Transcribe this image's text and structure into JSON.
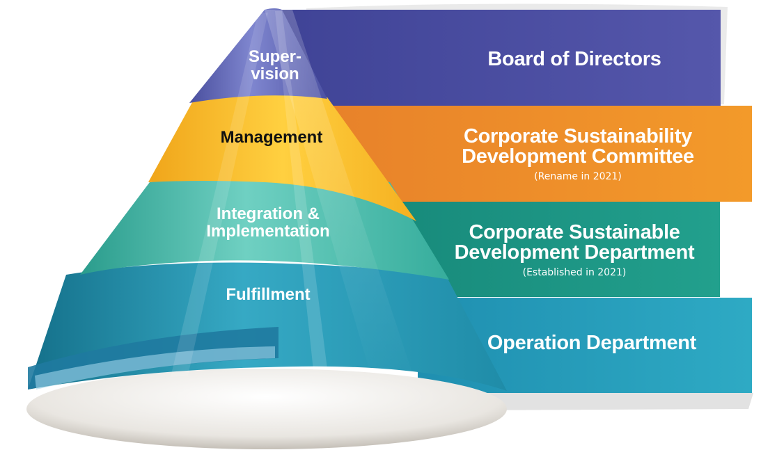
{
  "tiers": [
    {
      "label": "Super-\nvision",
      "role": "Board of Directors",
      "note": "",
      "color": "#4b4fa0"
    },
    {
      "label": "Management",
      "role": "Corporate Sustainability Development Committee",
      "note": "(Rename in 2021)",
      "color": "#f0962a"
    },
    {
      "label": "Integration &\nImplementation",
      "role": "Corporate Sustainable Development Department",
      "note": "(Established in 2021)",
      "color": "#1f9c8a"
    },
    {
      "label": "Fulfillment",
      "role": "Operation Department",
      "note": "",
      "color": "#2aa6c2"
    }
  ],
  "text": {
    "t0_a": "Super-",
    "t0_b": "vision",
    "t1": "Management",
    "t2_a": "Integration &",
    "t2_b": "Implementation",
    "t3": "Fulfillment",
    "b0": "Board of Directors",
    "b1_a": "Corporate Sustainability",
    "b1_b": "Development Committee",
    "b1_note": "(Rename in 2021)",
    "b2_a": "Corporate Sustainable",
    "b2_b": "Development Department",
    "b2_note": "(Established in 2021)",
    "b3": "Operation Department"
  }
}
